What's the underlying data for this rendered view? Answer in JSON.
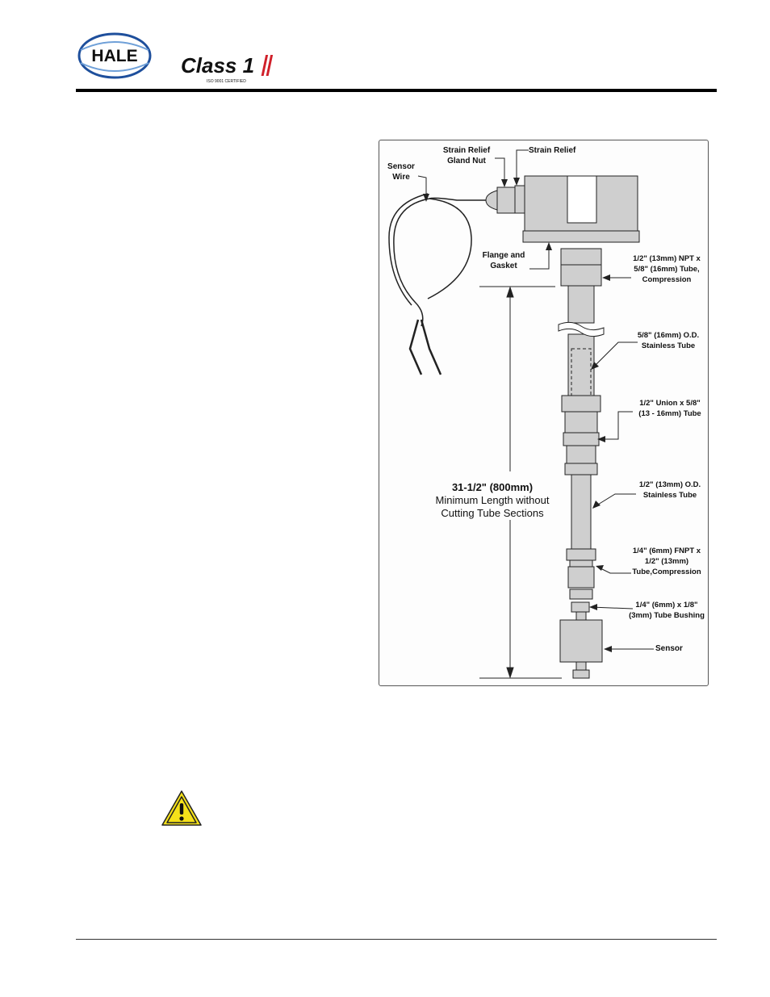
{
  "header": {
    "hale_logo_text": "HALE",
    "class1_logo_text": "Class 1",
    "class1_tagline": "ISO 9001 CERTIFIED"
  },
  "figure": {
    "labels": {
      "sensor_wire": "Sensor\nWire",
      "gland_nut": "Strain Relief\nGland Nut",
      "strain_relief": "Strain Relief",
      "flange": "Flange and\nGasket",
      "npt_compression": "1/2\" (13mm) NPT x\n5/8\" (16mm) Tube,\nCompression",
      "od_58": "5/8\" (16mm) O.D.\nStainless Tube",
      "union": "1/2\" Union x 5/8\"\n(13 - 16mm) Tube",
      "od_12": "1/2\" (13mm) O.D.\nStainless Tube",
      "fnpt": "1/4\" (6mm) FNPT x\n1/2\" (13mm)\nTube,Compression",
      "bushing": "1/4\" (6mm) x 1/8\"\n(3mm) Tube Bushing",
      "sensor": "Sensor"
    },
    "dimension": {
      "length": "31-1/2\" (800mm)",
      "line2": "Minimum Length without",
      "line3": "Cutting Tube Sections"
    }
  },
  "icons": {
    "warning": "warning-triangle-icon"
  },
  "colors": {
    "part_gray": "#cfcfcf",
    "line": "#222222",
    "warning_yellow": "#f5e11a",
    "hale_blue": "#1e4f9c",
    "class1_red": "#d0202a"
  }
}
